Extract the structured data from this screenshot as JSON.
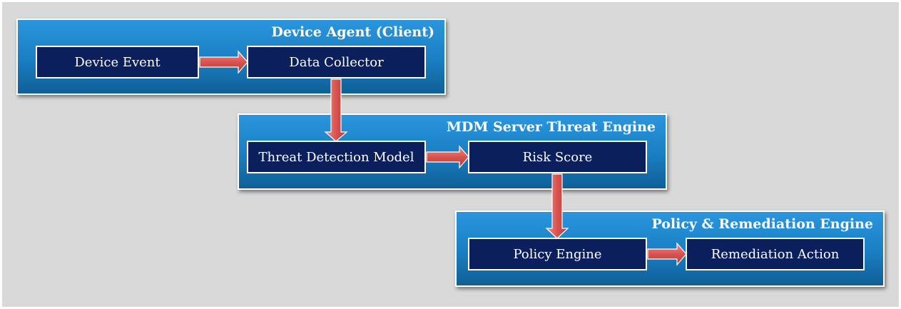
{
  "groups": {
    "device_agent": {
      "title": "Device Agent (Client)"
    },
    "mdm_server": {
      "title": "MDM Server Threat Engine"
    },
    "policy_engine_group": {
      "title": "Policy & Remediation Engine"
    }
  },
  "nodes": {
    "device_event": "Device Event",
    "data_collector": "Data Collector",
    "threat_detection_model": "Threat Detection Model",
    "risk_score": "Risk Score",
    "policy_engine": "Policy Engine",
    "remediation_action": "Remediation Action"
  },
  "colors": {
    "group_fill": "#1a7ec2",
    "node_fill": "#0a1f5c",
    "arrow_fill": "#d9534f",
    "background": "#d9d9d9"
  }
}
